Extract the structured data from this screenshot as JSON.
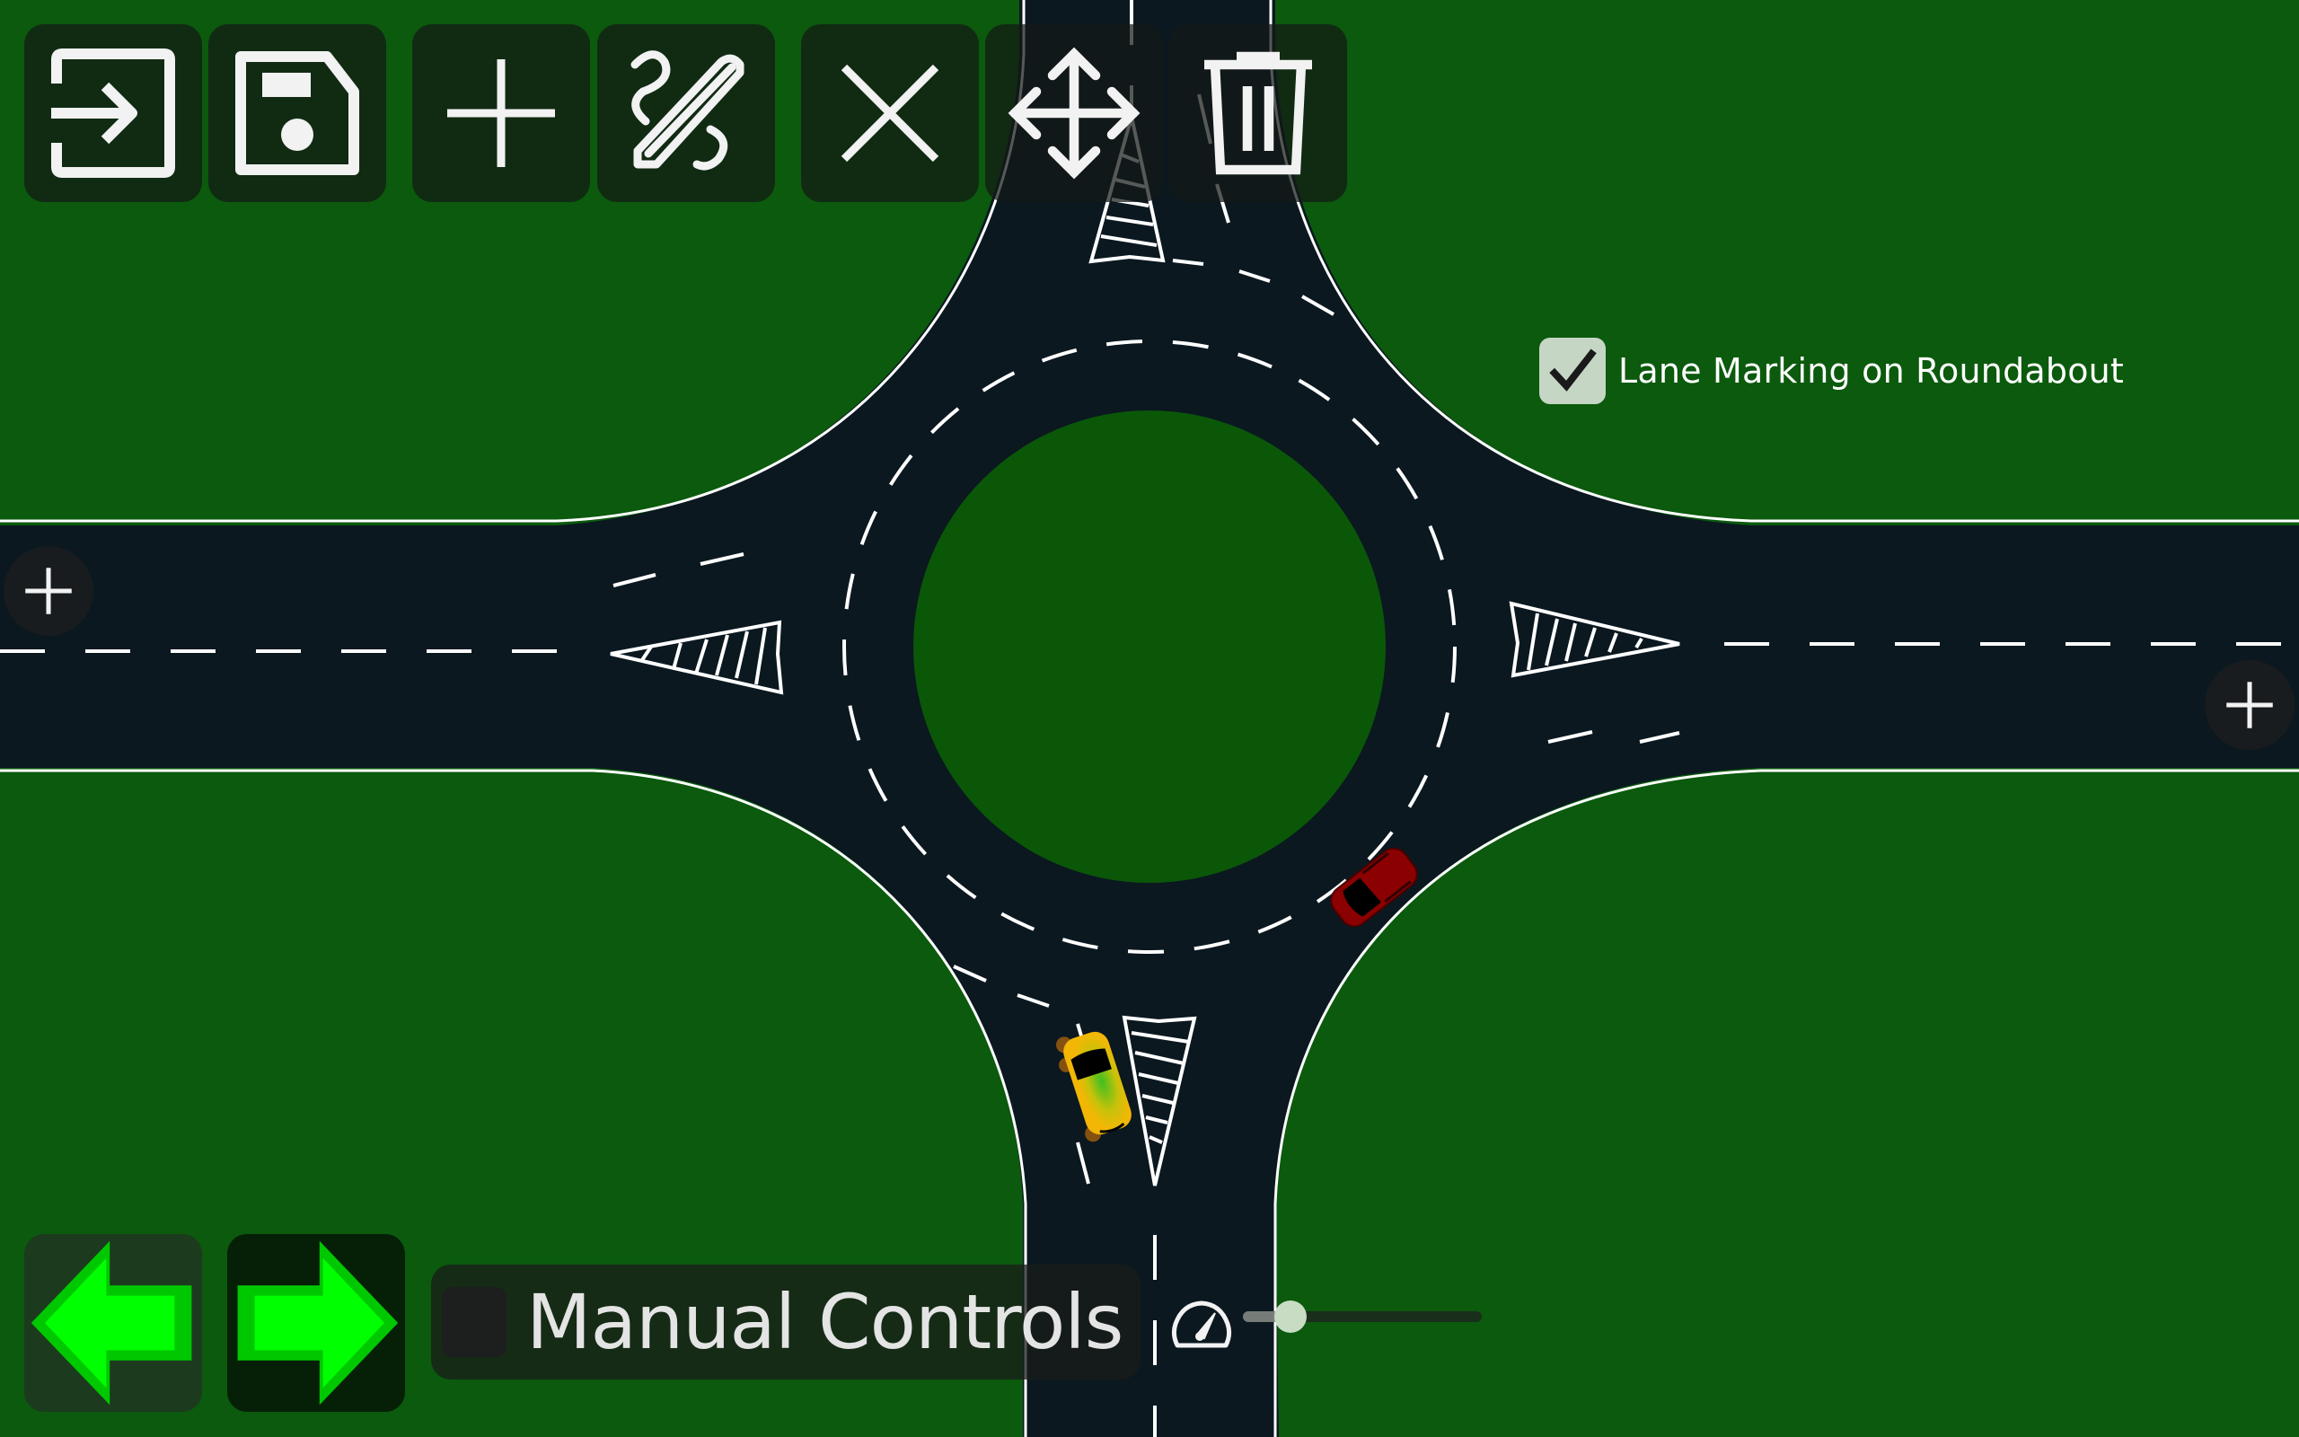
{
  "toolbar": {
    "buttons": [
      {
        "id": "import",
        "icon": "import-icon",
        "label": "Import"
      },
      {
        "id": "save",
        "icon": "save-icon",
        "label": "Save"
      },
      {
        "id": "add",
        "icon": "plus-icon",
        "label": "Add"
      },
      {
        "id": "draw",
        "icon": "pencil-curve-icon",
        "label": "Draw Road"
      },
      {
        "id": "close",
        "icon": "close-icon",
        "label": "Remove"
      },
      {
        "id": "move",
        "icon": "move-icon",
        "label": "Move"
      },
      {
        "id": "delete",
        "icon": "trash-icon",
        "label": "Delete"
      }
    ]
  },
  "lane_marking": {
    "label": "Lane Marking on Roundabout",
    "checked": true
  },
  "road_endpoints": {
    "west_add": {
      "icon": "plus-icon"
    },
    "east_add": {
      "icon": "plus-icon"
    }
  },
  "vehicles": [
    {
      "name": "red-car",
      "color": "#8b0000"
    },
    {
      "name": "yellow-car",
      "color": "#f2b705"
    }
  ],
  "controls": {
    "left_arrow": {
      "icon": "arrow-left-icon"
    },
    "right_arrow": {
      "icon": "arrow-right-icon"
    },
    "manual_label": "Manual Controls",
    "manual_checked": false,
    "speed_icon": "speedometer-icon",
    "speed_value_percent": 20
  },
  "colors": {
    "grass": "#0b5a0d",
    "road": "#0b1820",
    "marking": "#ffffff",
    "arrow_green": "#00ff00",
    "button_bg": "#141916"
  }
}
